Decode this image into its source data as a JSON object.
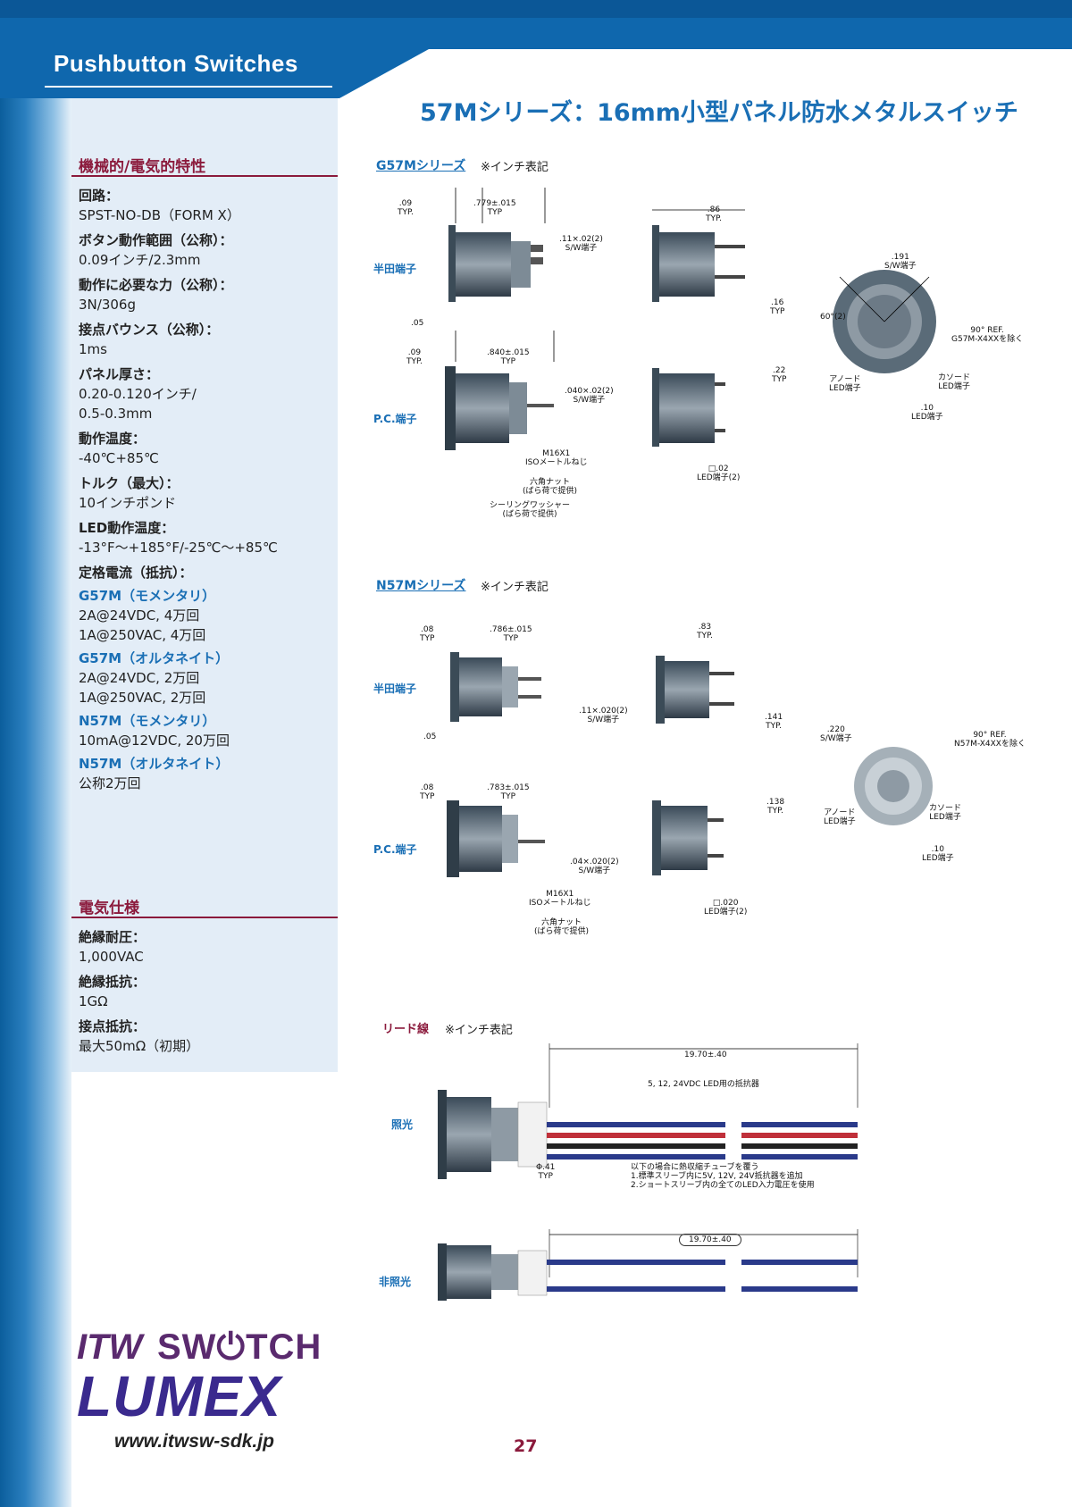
{
  "header": {
    "category": "Pushbutton Switches",
    "title": "57Mシリーズ：16mm小型パネル防水メタルスイッチ"
  },
  "mech": {
    "heading": "機械的/電気的特性",
    "items": [
      {
        "label": "回路：",
        "value": "SPST-NO-DB（FORM X）"
      },
      {
        "label": "ボタン動作範囲（公称）：",
        "value": "0.09インチ/2.3mm"
      },
      {
        "label": "動作に必要な力（公称）：",
        "value": "3N/306g"
      },
      {
        "label": "接点バウンス（公称）：",
        "value": "1ms"
      },
      {
        "label": "パネル厚さ：",
        "value": "0.20-0.120インチ/",
        "value2": "0.5-0.3mm"
      },
      {
        "label": "動作温度：",
        "value": "-40℃+85℃"
      },
      {
        "label": "トルク（最大）：",
        "value": "10インチポンド"
      },
      {
        "label": "LED動作温度：",
        "value": "-13°F～+185°F/-25℃～+85℃"
      },
      {
        "label": "定格電流（抵抗）：",
        "value": ""
      }
    ],
    "ratings": [
      {
        "name": "G57M（モメンタリ）",
        "lines": [
          "2A@24VDC, 4万回",
          "1A@250VAC, 4万回"
        ]
      },
      {
        "name": "G57M（オルタネイト）",
        "lines": [
          "2A@24VDC, 2万回",
          "1A@250VAC, 2万回"
        ]
      },
      {
        "name": "N57M（モメンタリ）",
        "lines": [
          "10mA@12VDC, 20万回"
        ]
      },
      {
        "name": "N57M（オルタネイト）",
        "lines": [
          "公称2万回"
        ]
      }
    ]
  },
  "elec": {
    "heading": "電気仕様",
    "items": [
      {
        "label": "絶縁耐圧：",
        "value": "1,000VAC"
      },
      {
        "label": "絶縁抵抗：",
        "value": "1GΩ"
      },
      {
        "label": "接点抵抗：",
        "value": "最大50mΩ（初期）"
      }
    ]
  },
  "g57m": {
    "series": "G57Mシリーズ",
    "note": "※インチ表記",
    "solder": "半田端子",
    "pc": "P.C.端子",
    "dims": {
      "d1": ".09\nTYP.",
      "d2": ".779±.015\nTYP",
      "d3": ".11×.02(2)\nS/W端子",
      "d4": ".05",
      "d5": ".86\nTYP.",
      "d6": ".16\nTYP",
      "d7": ".191\nS/W端子",
      "d8": "60°(2)",
      "d9": "90° REF.\nG57M-X4XXを除く",
      "d10": "アノード\nLED端子",
      "d11": "カソード\nLED端子",
      "d12": ".10\nLED端子",
      "d13": ".09\nTYP.",
      "d14": ".840±.015\nTYP",
      "d15": ".040×.02(2)\nS/W端子",
      "d16": "M16X1\nISOメートルねじ",
      "d17": "六角ナット\n(ばら荷で提供)",
      "d18": "シーリングワッシャー\n(ばら荷で提供)",
      "d19": ".22\nTYP",
      "d20": "□.02\nLED端子(2)"
    }
  },
  "n57m": {
    "series": "N57Mシリーズ",
    "note": "※インチ表記",
    "solder": "半田端子",
    "pc": "P.C.端子",
    "dims": {
      "d1": ".08\nTYP",
      "d2": ".786±.015\nTYP",
      "d3": ".11×.020(2)\nS/W端子",
      "d4": ".05",
      "d5": ".83\nTYP.",
      "d6": ".141\nTYP.",
      "d7": ".220\nS/W端子",
      "d8": "90° REF.\nN57M-X4XXを除く",
      "d9": "アノード\nLED端子",
      "d10": "カソード\nLED端子",
      "d11": ".10\nLED端子",
      "d12": ".08\nTYP",
      "d13": ".783±.015\nTYP",
      "d14": ".04×.020(2)\nS/W端子",
      "d15": "M16X1\nISOメートルねじ",
      "d16": "六角ナット\n(ばら荷で提供)",
      "d17": ".138\nTYP.",
      "d18": "□.020\nLED端子(2)"
    }
  },
  "lead": {
    "heading": "リード線",
    "note": "※インチ表記",
    "lit": "照光",
    "unlit": "非照光",
    "len1": "19.70±.40",
    "len2": "19.70±.40",
    "resistor": "5, 12, 24VDC LED用の抵抗器",
    "dia": "Φ.41\nTYP",
    "tube": "以下の場合に熱収縮チューブを覆う\n1.標準スリーブ内に5V, 12V, 24V抵抗器を追加\n2.ショートスリーブ内の全てのLED入力電圧を使用"
  },
  "footer": {
    "logo_top_a": "ITW",
    "logo_top_b": "SW⏻TCH",
    "logo_bottom": "LUMEX",
    "website": "www.itwsw-sdk.jp",
    "page": "27"
  },
  "colors": {
    "brand_blue": "#1a6fb5",
    "maroon": "#8b1a3c",
    "panel": "#e3edf7"
  }
}
